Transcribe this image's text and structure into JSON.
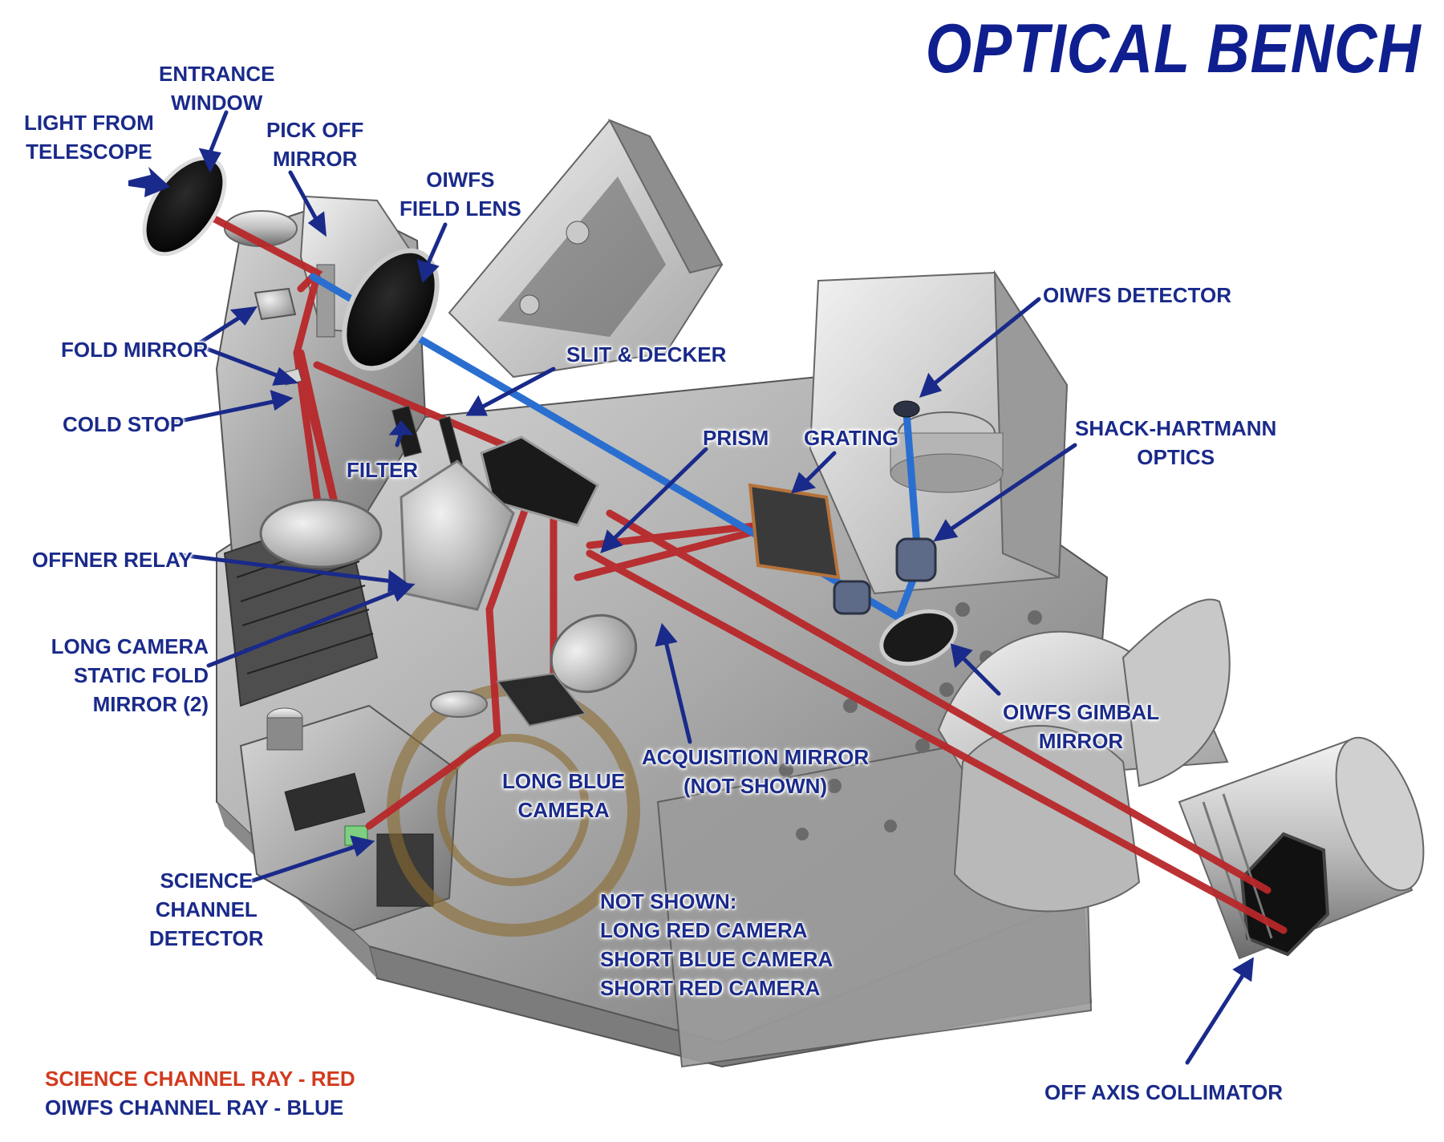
{
  "title": "OPTICAL BENCH",
  "labels": {
    "entrance_window": [
      "ENTRANCE",
      "WINDOW"
    ],
    "light_from_telescope": [
      "LIGHT FROM",
      "TELESCOPE"
    ],
    "pick_off_mirror": [
      "PICK OFF",
      "MIRROR"
    ],
    "oiwfs_field_lens": [
      "OIWFS",
      "FIELD LENS"
    ],
    "fold_mirror": [
      "FOLD MIRROR"
    ],
    "cold_stop": [
      "COLD STOP"
    ],
    "filter": [
      "FILTER"
    ],
    "slit_decker": [
      "SLIT & DECKER"
    ],
    "prism": [
      "PRISM"
    ],
    "grating": [
      "GRATING"
    ],
    "oiwfs_detector": [
      "OIWFS DETECTOR"
    ],
    "shack_hartmann_optics": [
      "SHACK-HARTMANN",
      "OPTICS"
    ],
    "offner_relay": [
      "OFFNER RELAY"
    ],
    "long_camera_static_fold_mirror": [
      "LONG CAMERA",
      "STATIC FOLD",
      "MIRROR (2)"
    ],
    "oiwfs_gimbal_mirror": [
      "OIWFS GIMBAL",
      "MIRROR"
    ],
    "acquisition_mirror": [
      "ACQUISITION MIRROR",
      "(NOT SHOWN)"
    ],
    "long_blue_camera": [
      "LONG BLUE",
      "CAMERA"
    ],
    "science_channel_detector": [
      "SCIENCE",
      "CHANNEL",
      "DETECTOR"
    ],
    "not_shown": [
      "NOT SHOWN:",
      "LONG RED CAMERA",
      "SHORT BLUE CAMERA",
      "SHORT RED CAMERA"
    ],
    "off_axis_collimator": [
      "OFF AXIS COLLIMATOR"
    ]
  },
  "legend": {
    "science": "SCIENCE CHANNEL RAY - RED",
    "oiwfs": "OIWFS CHANNEL RAY - BLUE"
  },
  "colors": {
    "science_ray": "#b8282a",
    "oiwfs_ray": "#2a6fd0",
    "label": "#1a2a8a",
    "title": "#0f1f8f",
    "legend_red": "#d33a1e",
    "legend_blue": "#1a2a8a"
  }
}
